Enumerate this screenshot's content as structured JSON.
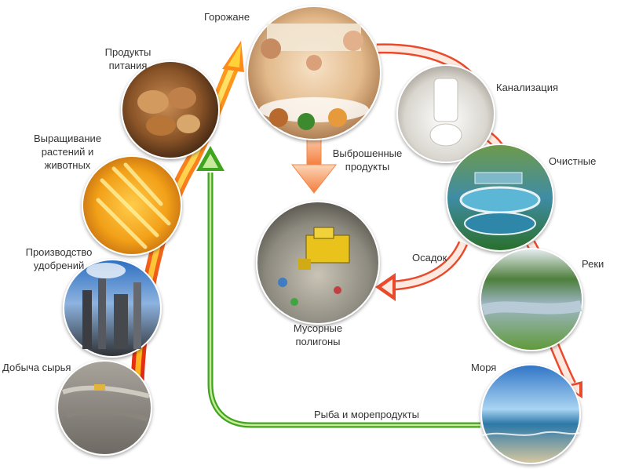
{
  "nodes": {
    "citizens": "Горожане",
    "food_line1": "Продукты",
    "food_line2": "питания",
    "growing_line1": "Выращивание",
    "growing_line2": "растений и",
    "growing_line3": "животных",
    "fertilizer_line1": "Производство",
    "fertilizer_line2": "удобрений",
    "raw": "Добыча сырья",
    "sewer": "Канализация",
    "treatment": "Очистные",
    "rivers": "Реки",
    "seas": "Моря",
    "landfill_line1": "Мусорные",
    "landfill_line2": "полигоны"
  },
  "flows": {
    "discarded_line1": "Выброшенные",
    "discarded_line2": "продукты",
    "sediment": "Осадок",
    "seafood": "Рыба и морепродукты"
  },
  "icons": {
    "citizens": "family-dinner-photo",
    "food": "bread-basket-photo",
    "growing": "wheat-photo",
    "fertilizer": "factory-photo",
    "raw": "quarry-photo",
    "sewer": "toilet-photo",
    "treatment": "water-treatment-plant-photo",
    "rivers": "river-photo",
    "seas": "sea-photo",
    "landfill": "landfill-bulldozer-photo"
  },
  "colors": {
    "production_arrow": "#f25c14",
    "production_arrow_light": "#ffd21a",
    "waste_arrow": "#ea4a2c",
    "waste_arrow_fill": "#fde9df",
    "discard_arrow": "#f8a66a",
    "seafood_arrow": "#58b52c",
    "seafood_arrow_light": "#c9ea9c",
    "label_text": "#333333"
  }
}
